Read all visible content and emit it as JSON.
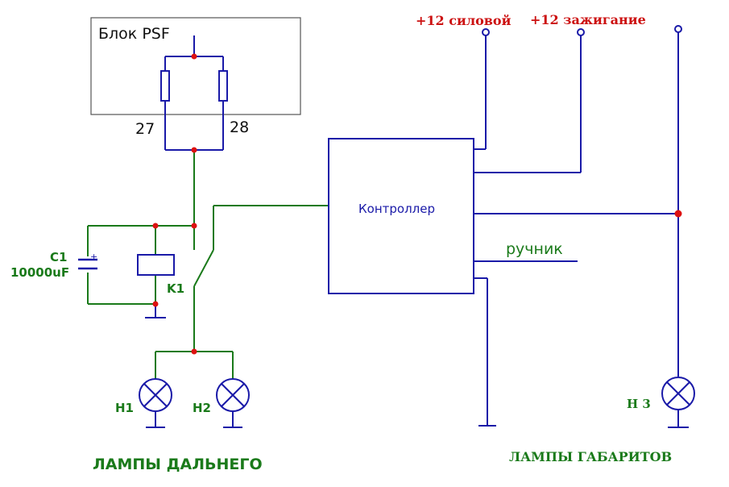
{
  "colors": {
    "blue": "#1a1aa8",
    "green": "#1a7a1a",
    "red": "#cc1111",
    "black": "#111111",
    "box": "#555555",
    "junction": "#dd1111"
  },
  "labels": {
    "psf_block": "Блок PSF",
    "pin_27": "27",
    "pin_28": "28",
    "plus12_power": "+12 силовой",
    "plus12_ignition": "+12 зажигание",
    "controller": "Контроллер",
    "handbrake": "ручник",
    "c1": "C1",
    "c1_value": "10000uF",
    "cap_plus": "+",
    "k1": "K1",
    "h1": "H1",
    "h2": "H2",
    "h3": "H 3",
    "high_beam_lamps": "ЛАМПЫ ДАЛЬНЕГО",
    "parking_lamps": "ЛАМПЫ ГАБАРИТОВ"
  }
}
